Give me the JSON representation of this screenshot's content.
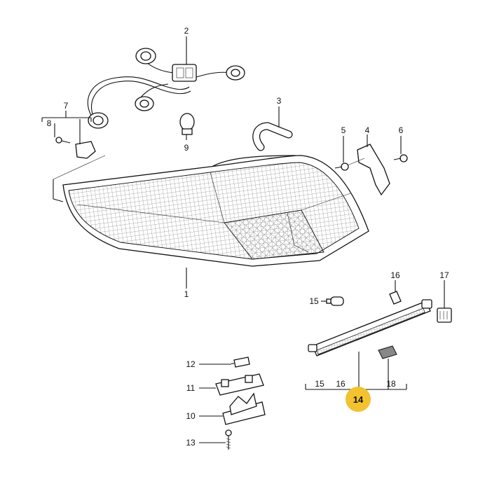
{
  "colors": {
    "highlight": "#F2C230",
    "line": "#111111",
    "background": "#FFFFFF"
  },
  "callouts": {
    "c1": "1",
    "c2": "2",
    "c3": "3",
    "c4": "4",
    "c5": "5",
    "c6": "6",
    "c7": "7",
    "c8": "8",
    "c9": "9",
    "c10": "10",
    "c11": "11",
    "c12": "12",
    "c13": "13",
    "c14": "14",
    "c15": "15",
    "c16": "16",
    "c17": "17",
    "c18": "18"
  },
  "bracket_labels": {
    "b15": "15",
    "b16": "16",
    "b18": "18"
  },
  "highlighted_callout": "14"
}
